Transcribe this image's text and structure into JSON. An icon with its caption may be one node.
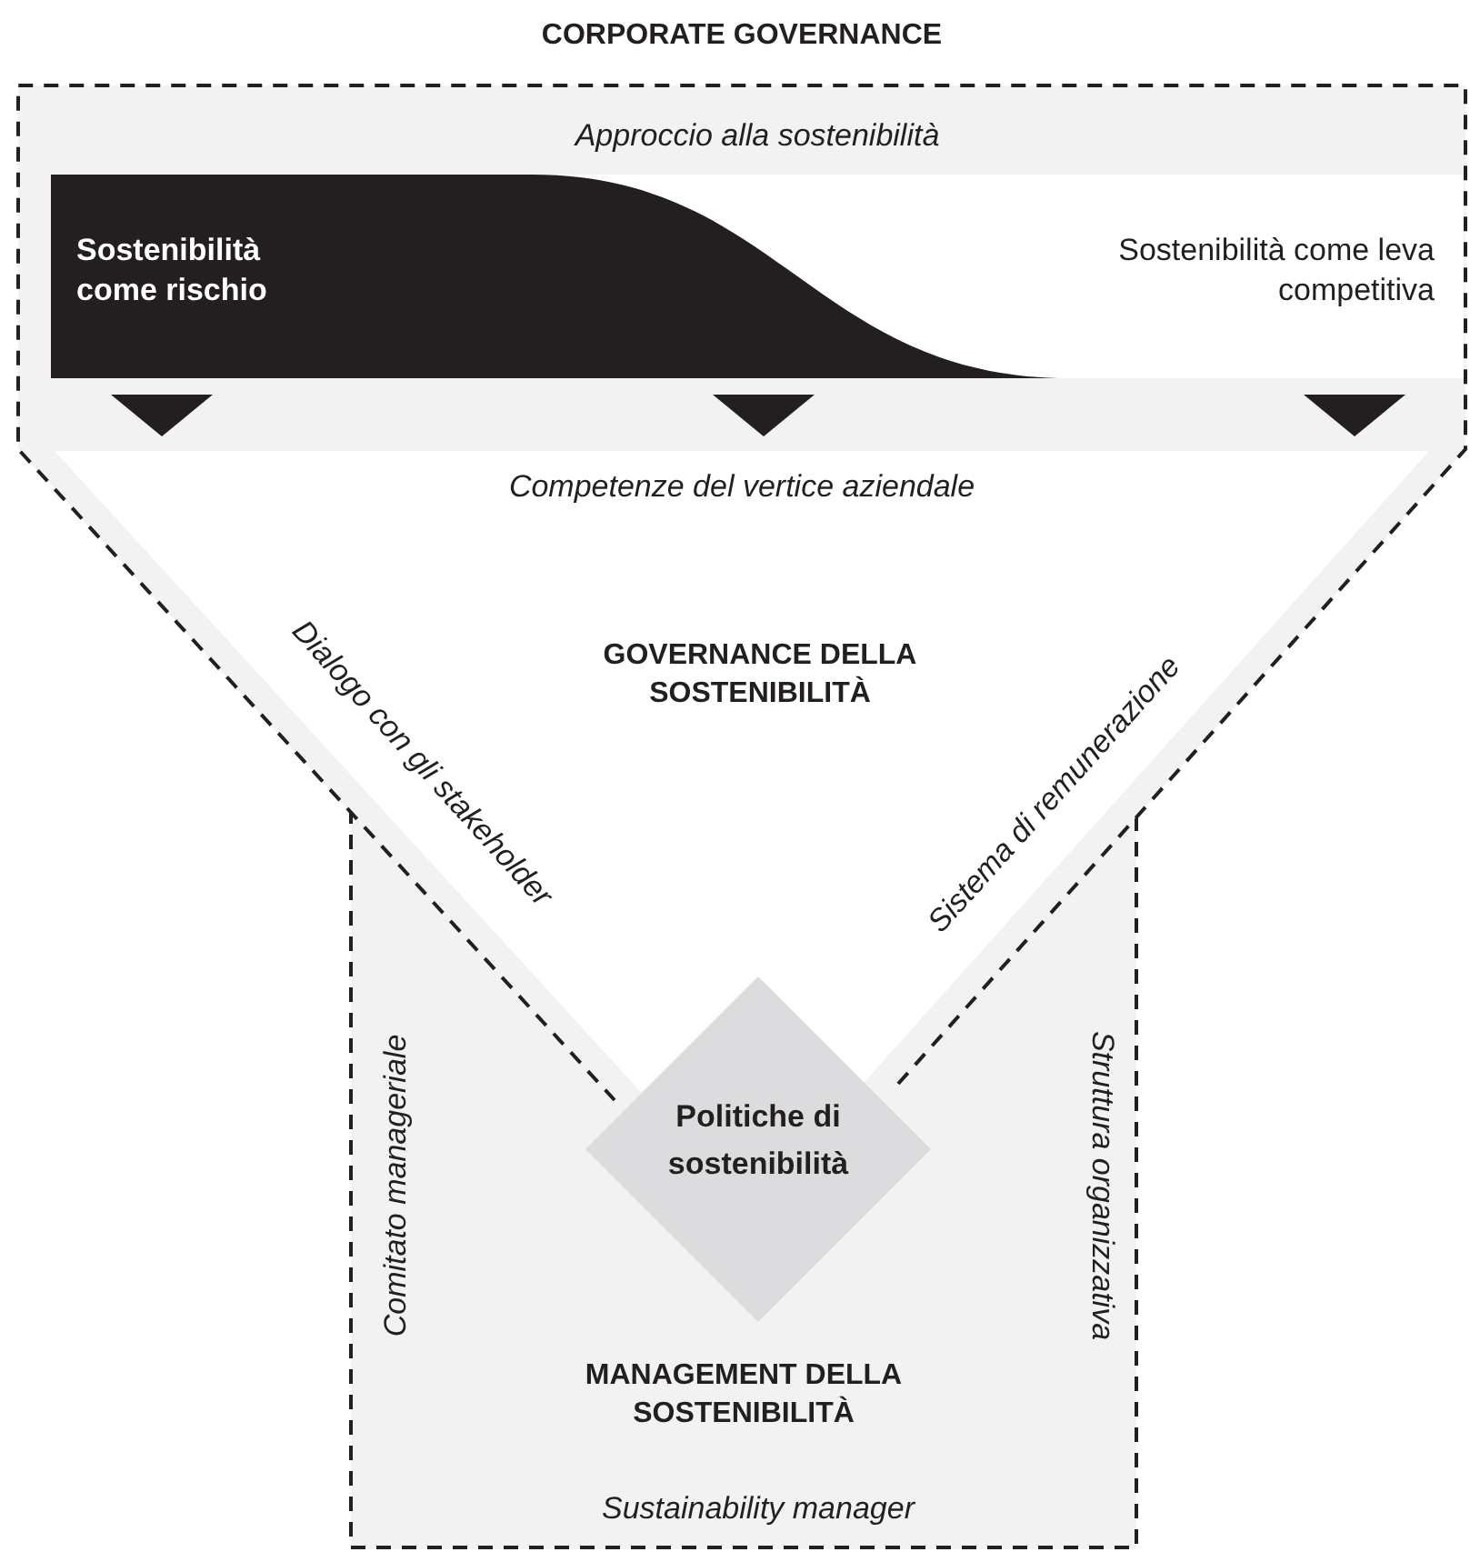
{
  "diagram": {
    "nodes": [
      {
        "text": [
          "CORPORATE GOVERNANCE"
        ]
      },
      {
        "text": [
          "Sostenibilità come rischio",
          "Sostenibilità come leva competitiva"
        ],
        "in": 0,
        "beside": [
          "Approccio alla sostenibilità"
        ]
      },
      {
        "text": [
          "MANAGEMENT DELLA SOSTENIBILITÀ"
        ]
      },
      {
        "text": [
          "Politiche di sostenibilità"
        ],
        "in": 2
      }
    ],
    "labels": [
      "Competenze del vertice aziendale",
      "GOVERNANCE DELLA SOSTENIBILITÀ",
      "Dialogo con gli stakeholder",
      "Sistema di remunerazione",
      "Comitato manageriale",
      "Struttura organizzativa",
      "Sustainability manager"
    ]
  }
}
